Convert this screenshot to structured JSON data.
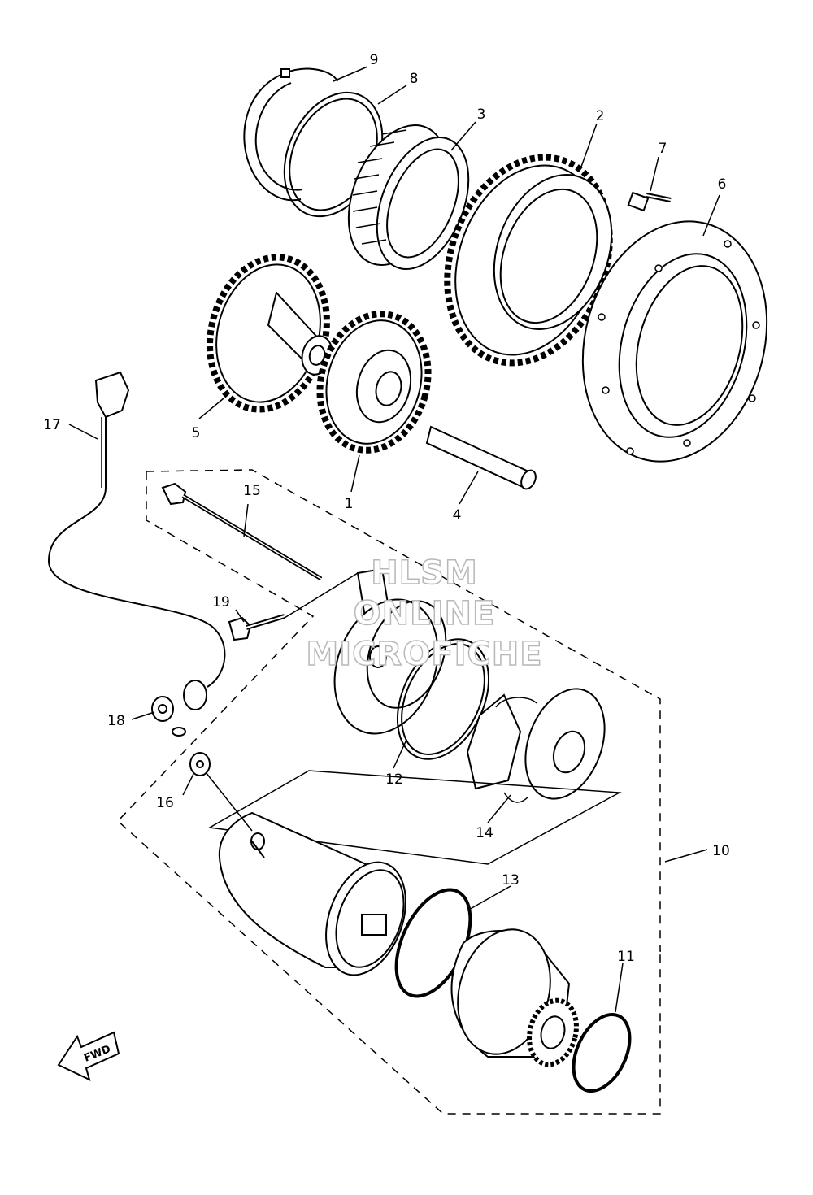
{
  "callouts": [
    {
      "id": "1",
      "label": "1"
    },
    {
      "id": "2",
      "label": "2"
    },
    {
      "id": "3",
      "label": "3"
    },
    {
      "id": "4",
      "label": "4"
    },
    {
      "id": "5",
      "label": "5"
    },
    {
      "id": "6",
      "label": "6"
    },
    {
      "id": "7",
      "label": "7"
    },
    {
      "id": "8",
      "label": "8"
    },
    {
      "id": "9",
      "label": "9"
    },
    {
      "id": "10",
      "label": "10"
    },
    {
      "id": "11",
      "label": "11"
    },
    {
      "id": "12",
      "label": "12"
    },
    {
      "id": "13",
      "label": "13"
    },
    {
      "id": "14",
      "label": "14"
    },
    {
      "id": "15",
      "label": "15"
    },
    {
      "id": "16",
      "label": "16"
    },
    {
      "id": "17",
      "label": "17"
    },
    {
      "id": "18",
      "label": "18"
    },
    {
      "id": "19",
      "label": "19"
    }
  ],
  "watermark": {
    "line1": "HLSM",
    "line2": "ONLINE",
    "line3": "MICROFICHE"
  },
  "direction_arrow": {
    "label": "FWD"
  }
}
